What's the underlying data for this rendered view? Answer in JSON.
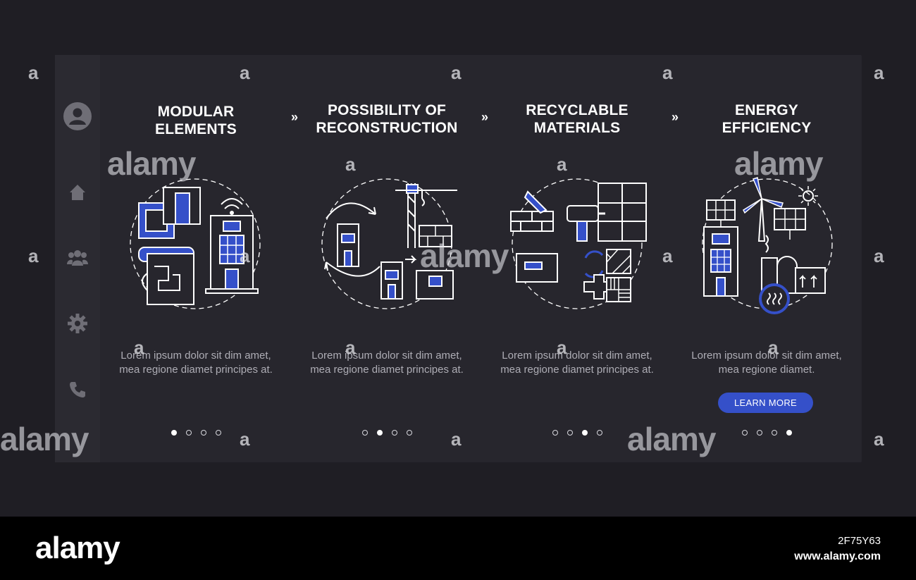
{
  "colors": {
    "background": "#1f1e24",
    "panel": "#27262d",
    "accent": "#3550c9",
    "line": "#ffffff"
  },
  "sidebar": {
    "icons": [
      "user-icon",
      "home-icon",
      "team-icon",
      "gear-icon",
      "phone-icon"
    ]
  },
  "panels": [
    {
      "title": "MODULAR\nELEMENTS",
      "description": "Lorem ipsum dolor sit dim amet, mea regione diamet principes at.",
      "active_dot": 0
    },
    {
      "title": "POSSIBILITY OF\nRECONSTRUCTION",
      "description": "Lorem ipsum dolor sit dim amet, mea regione diamet principes at.",
      "active_dot": 1
    },
    {
      "title": "RECYCLABLE\nMATERIALS",
      "description": "Lorem ipsum dolor sit dim amet, mea regione diamet principes at.",
      "active_dot": 2
    },
    {
      "title": "ENERGY\nEFFICIENCY",
      "description": "Lorem ipsum dolor sit dim amet, mea regione diamet.",
      "active_dot": 3,
      "button_label": "LEARN MORE"
    }
  ],
  "arrow_glyph": "»",
  "watermark": {
    "brand": "alamy",
    "letter": "a"
  },
  "footer": {
    "logo": "alamy",
    "image_id": "2F75Y63",
    "url": "www.alamy.com"
  }
}
